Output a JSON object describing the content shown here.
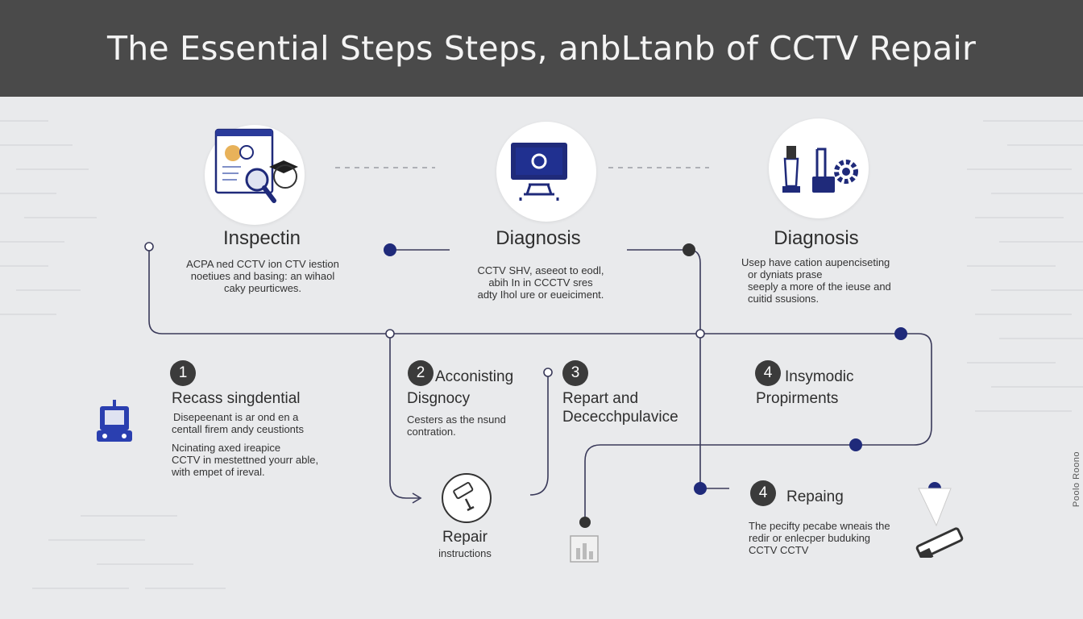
{
  "title": "The Essential Steps Steps, anbLtanb of CCTV Repair",
  "top_steps": [
    {
      "heading": "Inspectin",
      "text": [
        "ACPA ned CCTV ion CTV iestion",
        "noetiues and basing: an wihaol",
        "caky peurticwes."
      ]
    },
    {
      "heading": "Diagnosis",
      "text": [
        "CCTV SHV, aseeot to eodl,",
        "abih In in CCCTV sres",
        "adty Ihol ure or eueiciment."
      ]
    },
    {
      "heading": "Diagnosis",
      "text": [
        "Usep have cation aupenciseting",
        "or dyniats prase",
        "seeply a more of the ieuse and",
        "cuitid ssusions."
      ]
    }
  ],
  "bottom_steps": [
    {
      "number": "1",
      "heading": "Recass singdential",
      "text_a": [
        "Disepeenant is ar ond en a",
        "centall firem andy ceustionts"
      ],
      "text_b": [
        "Ncinating axed ireapice",
        "CCTV in mestettned yourr able,",
        "with empet of ireval."
      ]
    },
    {
      "number": "2",
      "heading_lines": [
        "Acconisting",
        "Disgnocy"
      ],
      "text": [
        "Cesters as the nsund",
        "contration."
      ]
    },
    {
      "number": "3",
      "heading_lines": [
        "Repart and",
        "Dececchpulavice"
      ]
    },
    {
      "number": "4",
      "heading_lines": [
        "Insymodic",
        "Propirments"
      ]
    },
    {
      "number": "4",
      "heading": "Repaing",
      "text": [
        "The pecifty pecabe wneais the",
        "redir or enlecper buduking",
        "CCTV CCTV"
      ]
    }
  ],
  "repair": {
    "label": "Repair",
    "sub": "instructions"
  },
  "side_text": "Poolo Roono",
  "icons": [
    "inspection-magnifier-icon",
    "monitor-icon",
    "equipment-gear-icon",
    "cctv-camera-icon",
    "robot-device-icon",
    "bar-chart-icon",
    "usb-tool-icon"
  ],
  "colors": {
    "header": "#4a4a4a",
    "background": "#e9eaec",
    "line": "#3a3a5a",
    "accent": "#1f2a7a"
  }
}
